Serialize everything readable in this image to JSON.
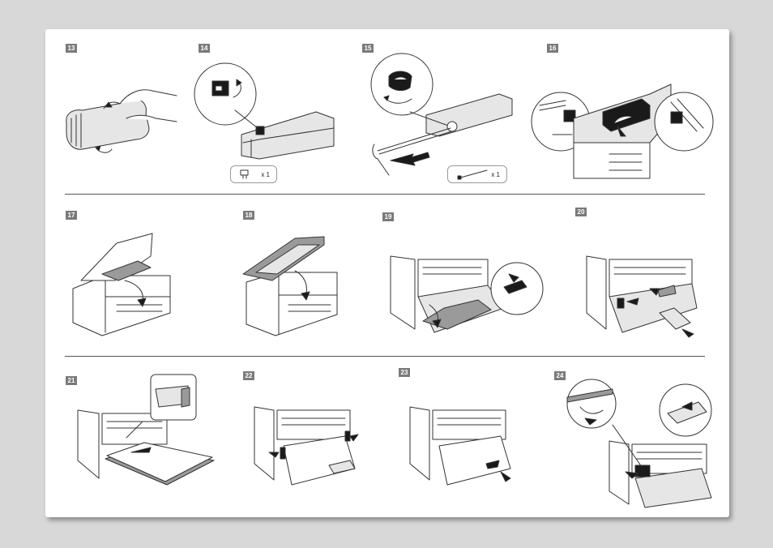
{
  "steps": [
    {
      "number": "13"
    },
    {
      "number": "14",
      "quantity": "x 1",
      "quantity_icon": "cartridge-clip-icon"
    },
    {
      "number": "15",
      "quantity": "x 1",
      "quantity_icon": "cleaning-rod-icon"
    },
    {
      "number": "16"
    },
    {
      "number": "17"
    },
    {
      "number": "18"
    },
    {
      "number": "19"
    },
    {
      "number": "20"
    },
    {
      "number": "21"
    },
    {
      "number": "22"
    },
    {
      "number": "23"
    },
    {
      "number": "24"
    }
  ],
  "colors": {
    "page_background": "#ffffff",
    "surround": "#d8d8d8",
    "badge": "#7a7a7a",
    "line_art": "#333333"
  }
}
